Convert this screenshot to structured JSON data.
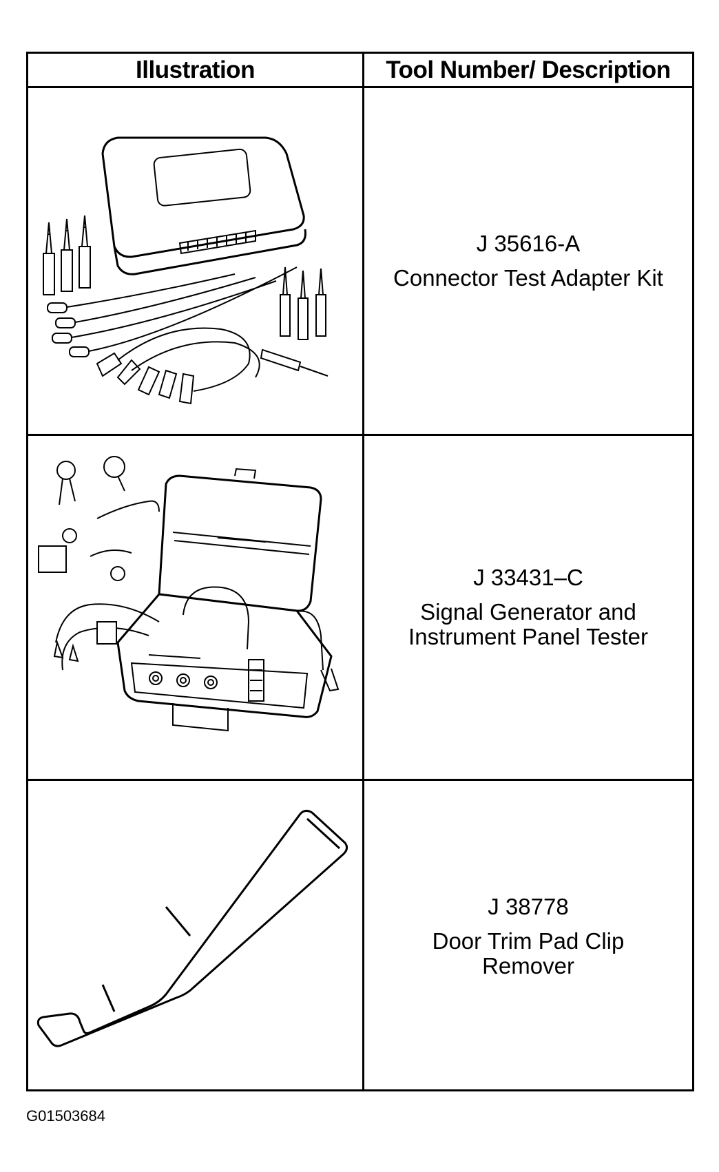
{
  "table": {
    "headers": {
      "illustration": "Illustration",
      "tool": "Tool Number/ Description"
    },
    "rows": [
      {
        "number": "J 35616-A",
        "description_lines": [
          "Connector Test Adapter Kit"
        ],
        "illustration_icon": "connector-test-adapter-kit-icon"
      },
      {
        "number": "J 33431–C",
        "description_lines": [
          "Signal Generator and",
          "Instrument Panel Tester"
        ],
        "illustration_icon": "signal-generator-case-icon"
      },
      {
        "number": "J 38778",
        "description_lines": [
          "Door Trim Pad Clip",
          "Remover"
        ],
        "illustration_icon": "trim-pad-clip-remover-icon"
      }
    ]
  },
  "footer": {
    "figure_id": "G01503684"
  }
}
